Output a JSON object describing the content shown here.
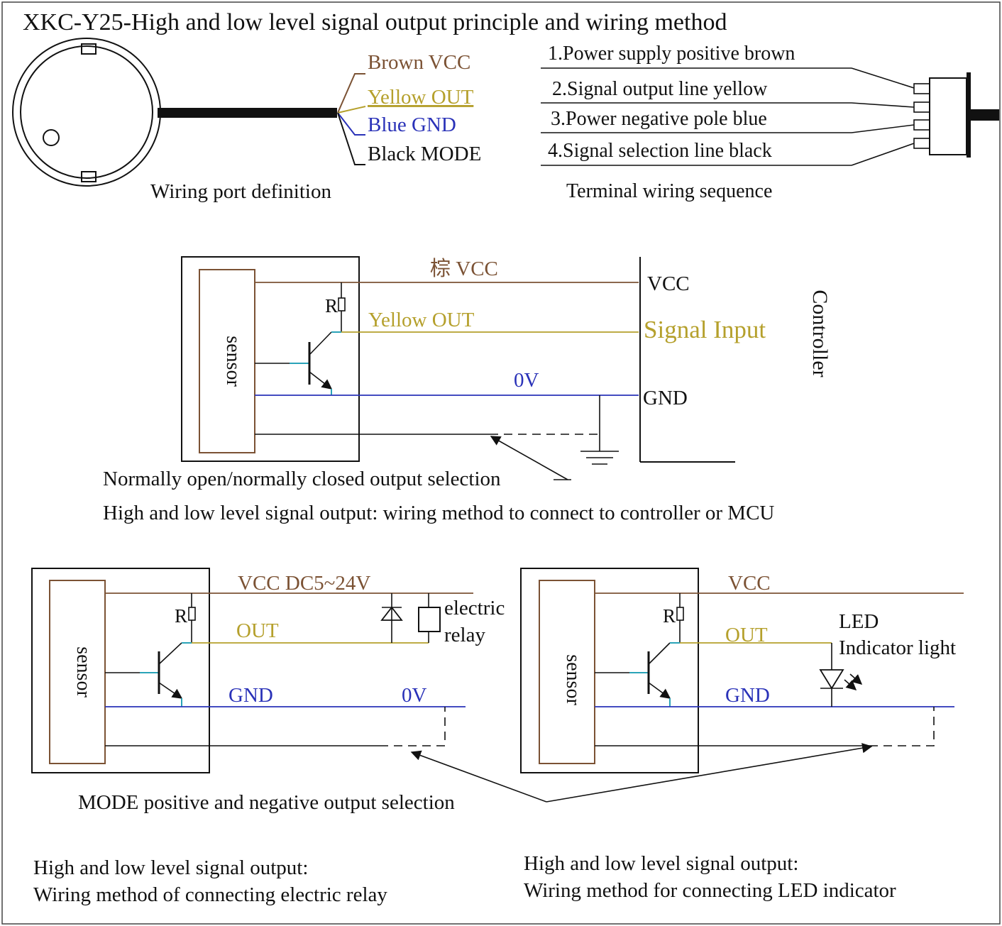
{
  "title": "XKC-Y25-High and low level  signal output principle and wiring method",
  "port": {
    "caption": "Wiring port definition",
    "wires": [
      "Brown VCC",
      "Yellow OUT",
      "Blue GND",
      "Black MODE"
    ]
  },
  "terminal": {
    "caption": "Terminal wiring sequence",
    "lines": [
      "1.Power supply positive brown",
      "2.Signal output line yellow",
      "3.Power negative pole blue",
      "4.Signal selection line black"
    ]
  },
  "controller_circuit": {
    "sensor_label": "sensor",
    "resistor_label": "R",
    "vcc_wire_label": "棕 VCC",
    "out_wire_label": "Yellow OUT",
    "gnd_wire_label": "0V",
    "ctrl_vcc": "VCC",
    "ctrl_signal": "Signal Input",
    "ctrl_gnd": "GND",
    "controller_label": "Controller",
    "selection_note": "Normally open/normally closed output selection",
    "caption": "High and low level signal output: wiring method to connect to controller or MCU"
  },
  "relay_circuit": {
    "sensor_label": "sensor",
    "resistor_label": "R",
    "vcc_label": "VCC DC5~24V",
    "out_label": "OUT",
    "gnd_label": "GND",
    "zero_v_label": "0V",
    "relay_label_1": "electric",
    "relay_label_2": "relay",
    "caption_1": "High and low level signal output:",
    "caption_2": "Wiring method of connecting electric relay"
  },
  "led_circuit": {
    "sensor_label": "sensor",
    "resistor_label": "R",
    "vcc_label": "VCC",
    "out_label": "OUT",
    "gnd_label": "GND",
    "led_label_1": "LED",
    "led_label_2": "Indicator  light",
    "caption_1": "High and low level signal output:",
    "caption_2": "Wiring method for connecting LED indicator"
  },
  "mode_note": "MODE positive and negative output selection",
  "colors": {
    "brown": "#7b5234",
    "yellow": "#b5a02c",
    "blue": "#2a32b8",
    "black": "#111111"
  }
}
